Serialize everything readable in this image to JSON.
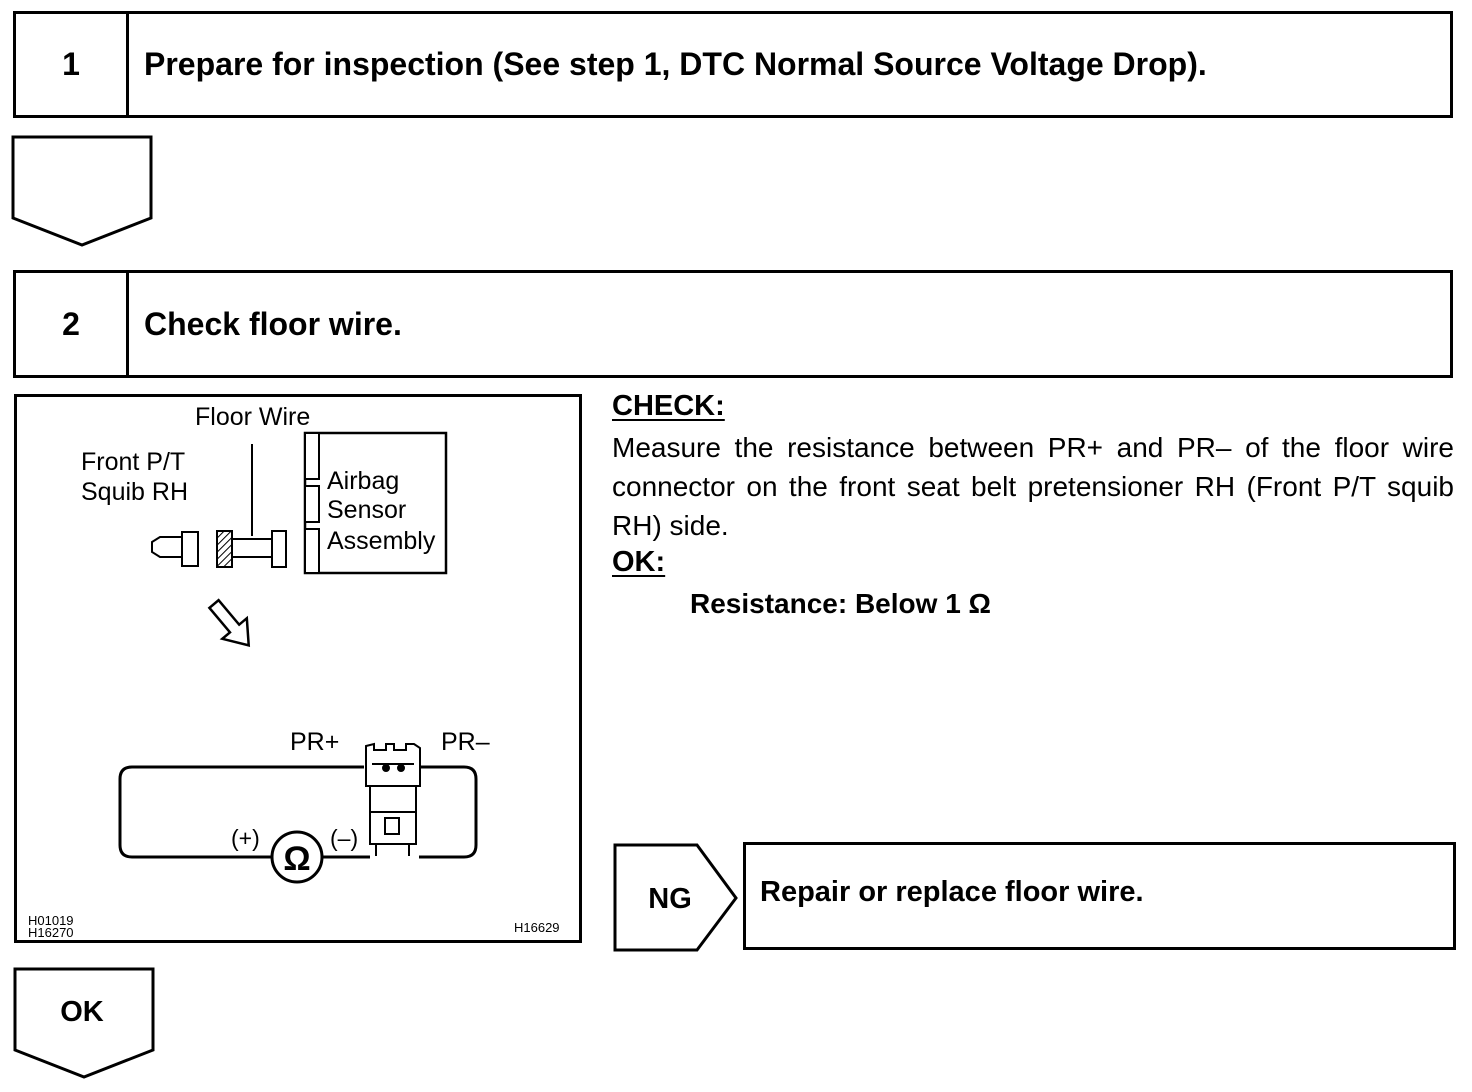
{
  "step1": {
    "number": "1",
    "title": "Prepare for inspection (See step 1, DTC Normal Source Voltage Drop)."
  },
  "step2": {
    "number": "2",
    "title": "Check floor wire."
  },
  "diagram": {
    "floor_wire_label": "Floor Wire",
    "squib_label_line1": "Front P/T",
    "squib_label_line2": "Squib RH",
    "sensor_label_line1": "Airbag",
    "sensor_label_line2": "Sensor",
    "sensor_label_line3": "Assembly",
    "pr_plus_label": "PR+",
    "pr_minus_label": "PR–",
    "meter_plus_label": "(+)",
    "meter_minus_label": "(–)",
    "ohm_symbol": "Ω",
    "code_left_1": "H01019",
    "code_left_2": "H16270",
    "code_right": "H16629"
  },
  "check": {
    "heading": "CHECK:",
    "text": "Measure the resistance between PR+ and PR– of the floor wire connector on the front seat belt pretensioner RH (Front P/T squib RH) side."
  },
  "ok": {
    "heading": "OK:",
    "value": "Resistance: Below 1 Ω"
  },
  "ng": {
    "label": "NG",
    "action": "Repair or replace floor wire."
  },
  "ok_arrow_label": "OK"
}
